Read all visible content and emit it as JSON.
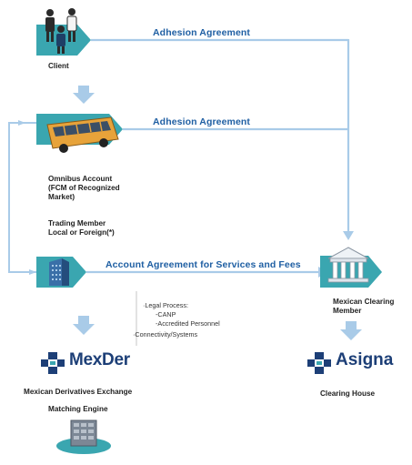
{
  "diagram": {
    "arrows": {
      "adhesion_1": "Adhesion Agreement",
      "adhesion_2": "Adhesion Agreement",
      "account_agreement": "Account Agreement for Services and Fees"
    },
    "nodes": {
      "client": "Client",
      "omnibus": {
        "line1": "Omnibus Account",
        "line2": "(FCM of Recognized",
        "line3": "Market)"
      },
      "trading_member": {
        "line1": "Trading Member",
        "line2": "Local or Foreign(*)"
      },
      "clearing_member": {
        "line1": "Mexican Clearing",
        "line2": "Member"
      },
      "mexder": {
        "logo_text": "MexDer",
        "caption": "Mexican Derivatives Exchange",
        "sub_caption": "Matching Engine"
      },
      "asigna": {
        "logo_text": "Asigna",
        "caption": "Clearing House"
      }
    },
    "requirements": {
      "legal_process": "·Legal Process:",
      "canp": "-CANP",
      "accredited": "-Accredited Personnel",
      "connectivity": "·Connectivity/Systems"
    },
    "colors": {
      "arrow_blue": "#a9cbe8",
      "title_blue": "#1f5fa3",
      "teal": "#3aa6b0",
      "logo_navy": "#1d3f77"
    },
    "icons": [
      "people-icon",
      "bus-icon",
      "building-icon",
      "bank-icon",
      "server-icon"
    ]
  }
}
